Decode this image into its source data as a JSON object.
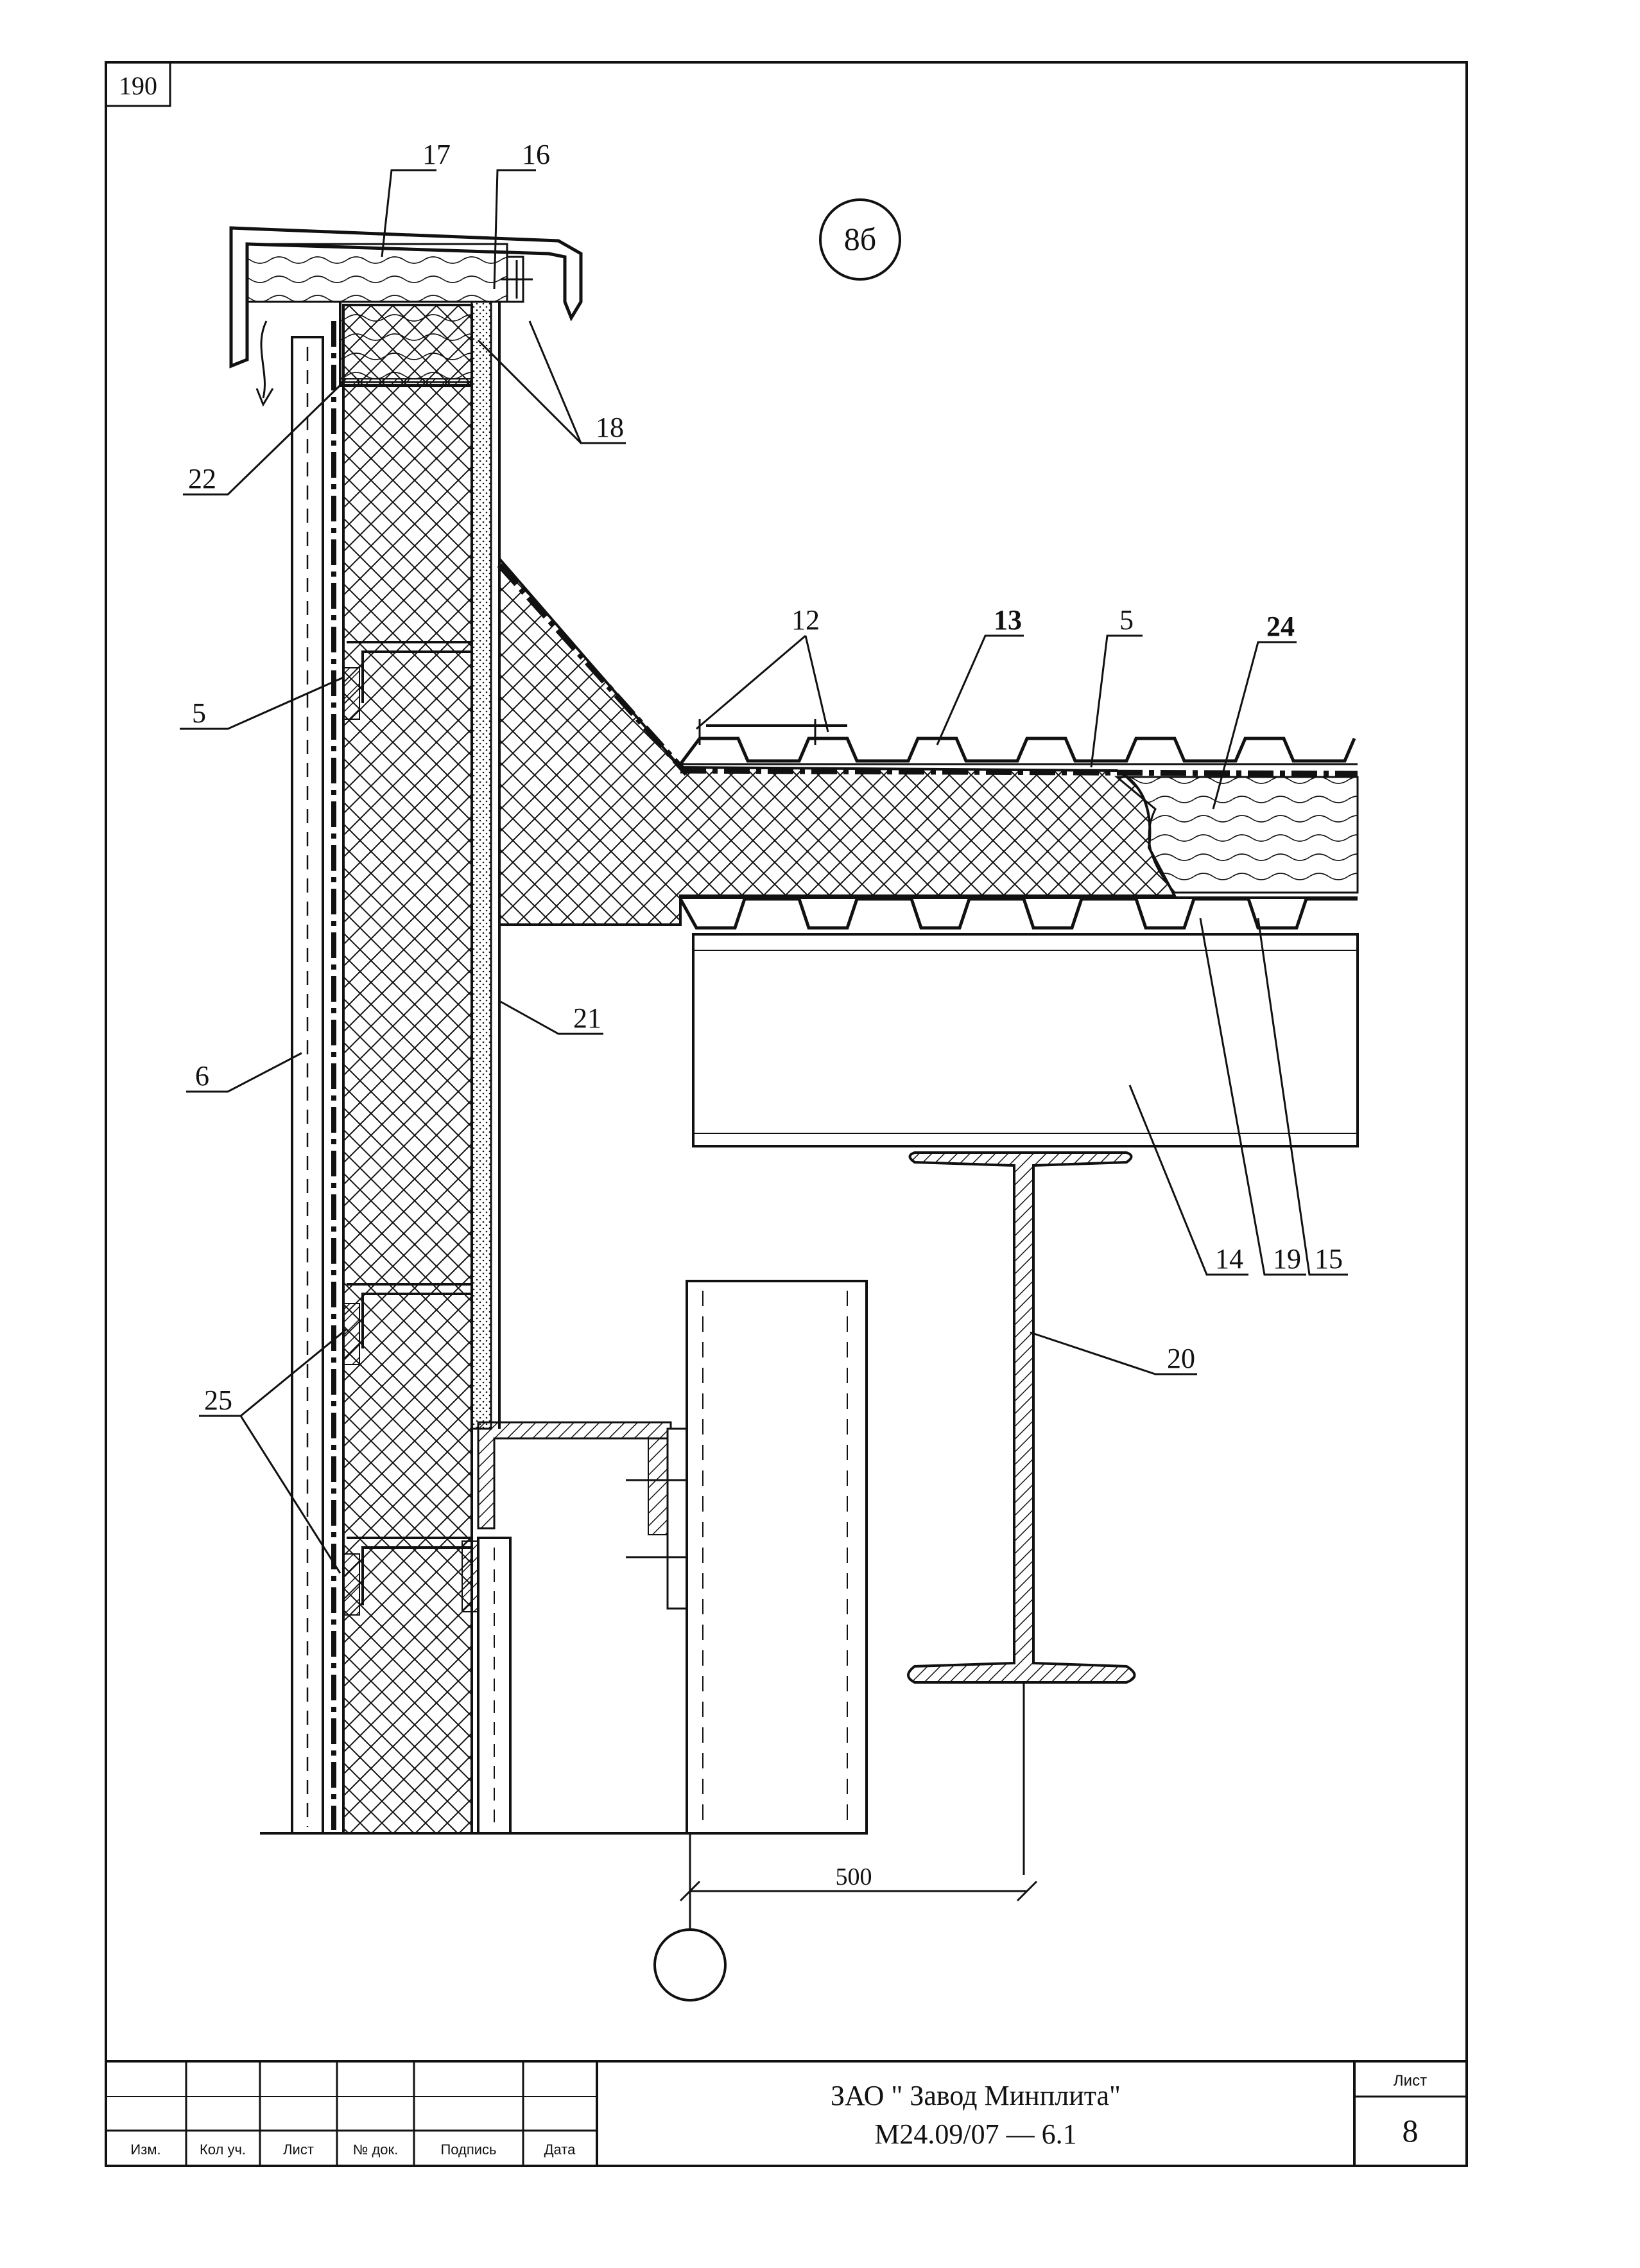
{
  "sheet": {
    "corner_number": "190",
    "detail_marker": "8б",
    "dimension": "500"
  },
  "callouts": {
    "c5a": "5",
    "c5b": "5",
    "c6": "6",
    "c12": "12",
    "c13": "13",
    "c14": "14",
    "c15": "15",
    "c16": "16",
    "c17": "17",
    "c18": "18",
    "c19": "19",
    "c20": "20",
    "c21": "21",
    "c22": "22",
    "c24": "24",
    "c25": "25"
  },
  "title_block": {
    "company": "ЗАО \" Завод Минплита\"",
    "document_code": "М24.09/07 — 6.1",
    "sheet_label": "Лист",
    "sheet_number": "8",
    "columns": [
      "Изм.",
      "Кол уч.",
      "Лист",
      "№ док.",
      "Подпись",
      "Дата"
    ]
  },
  "colors": {
    "ink": "#111111",
    "paper": "#ffffff"
  }
}
